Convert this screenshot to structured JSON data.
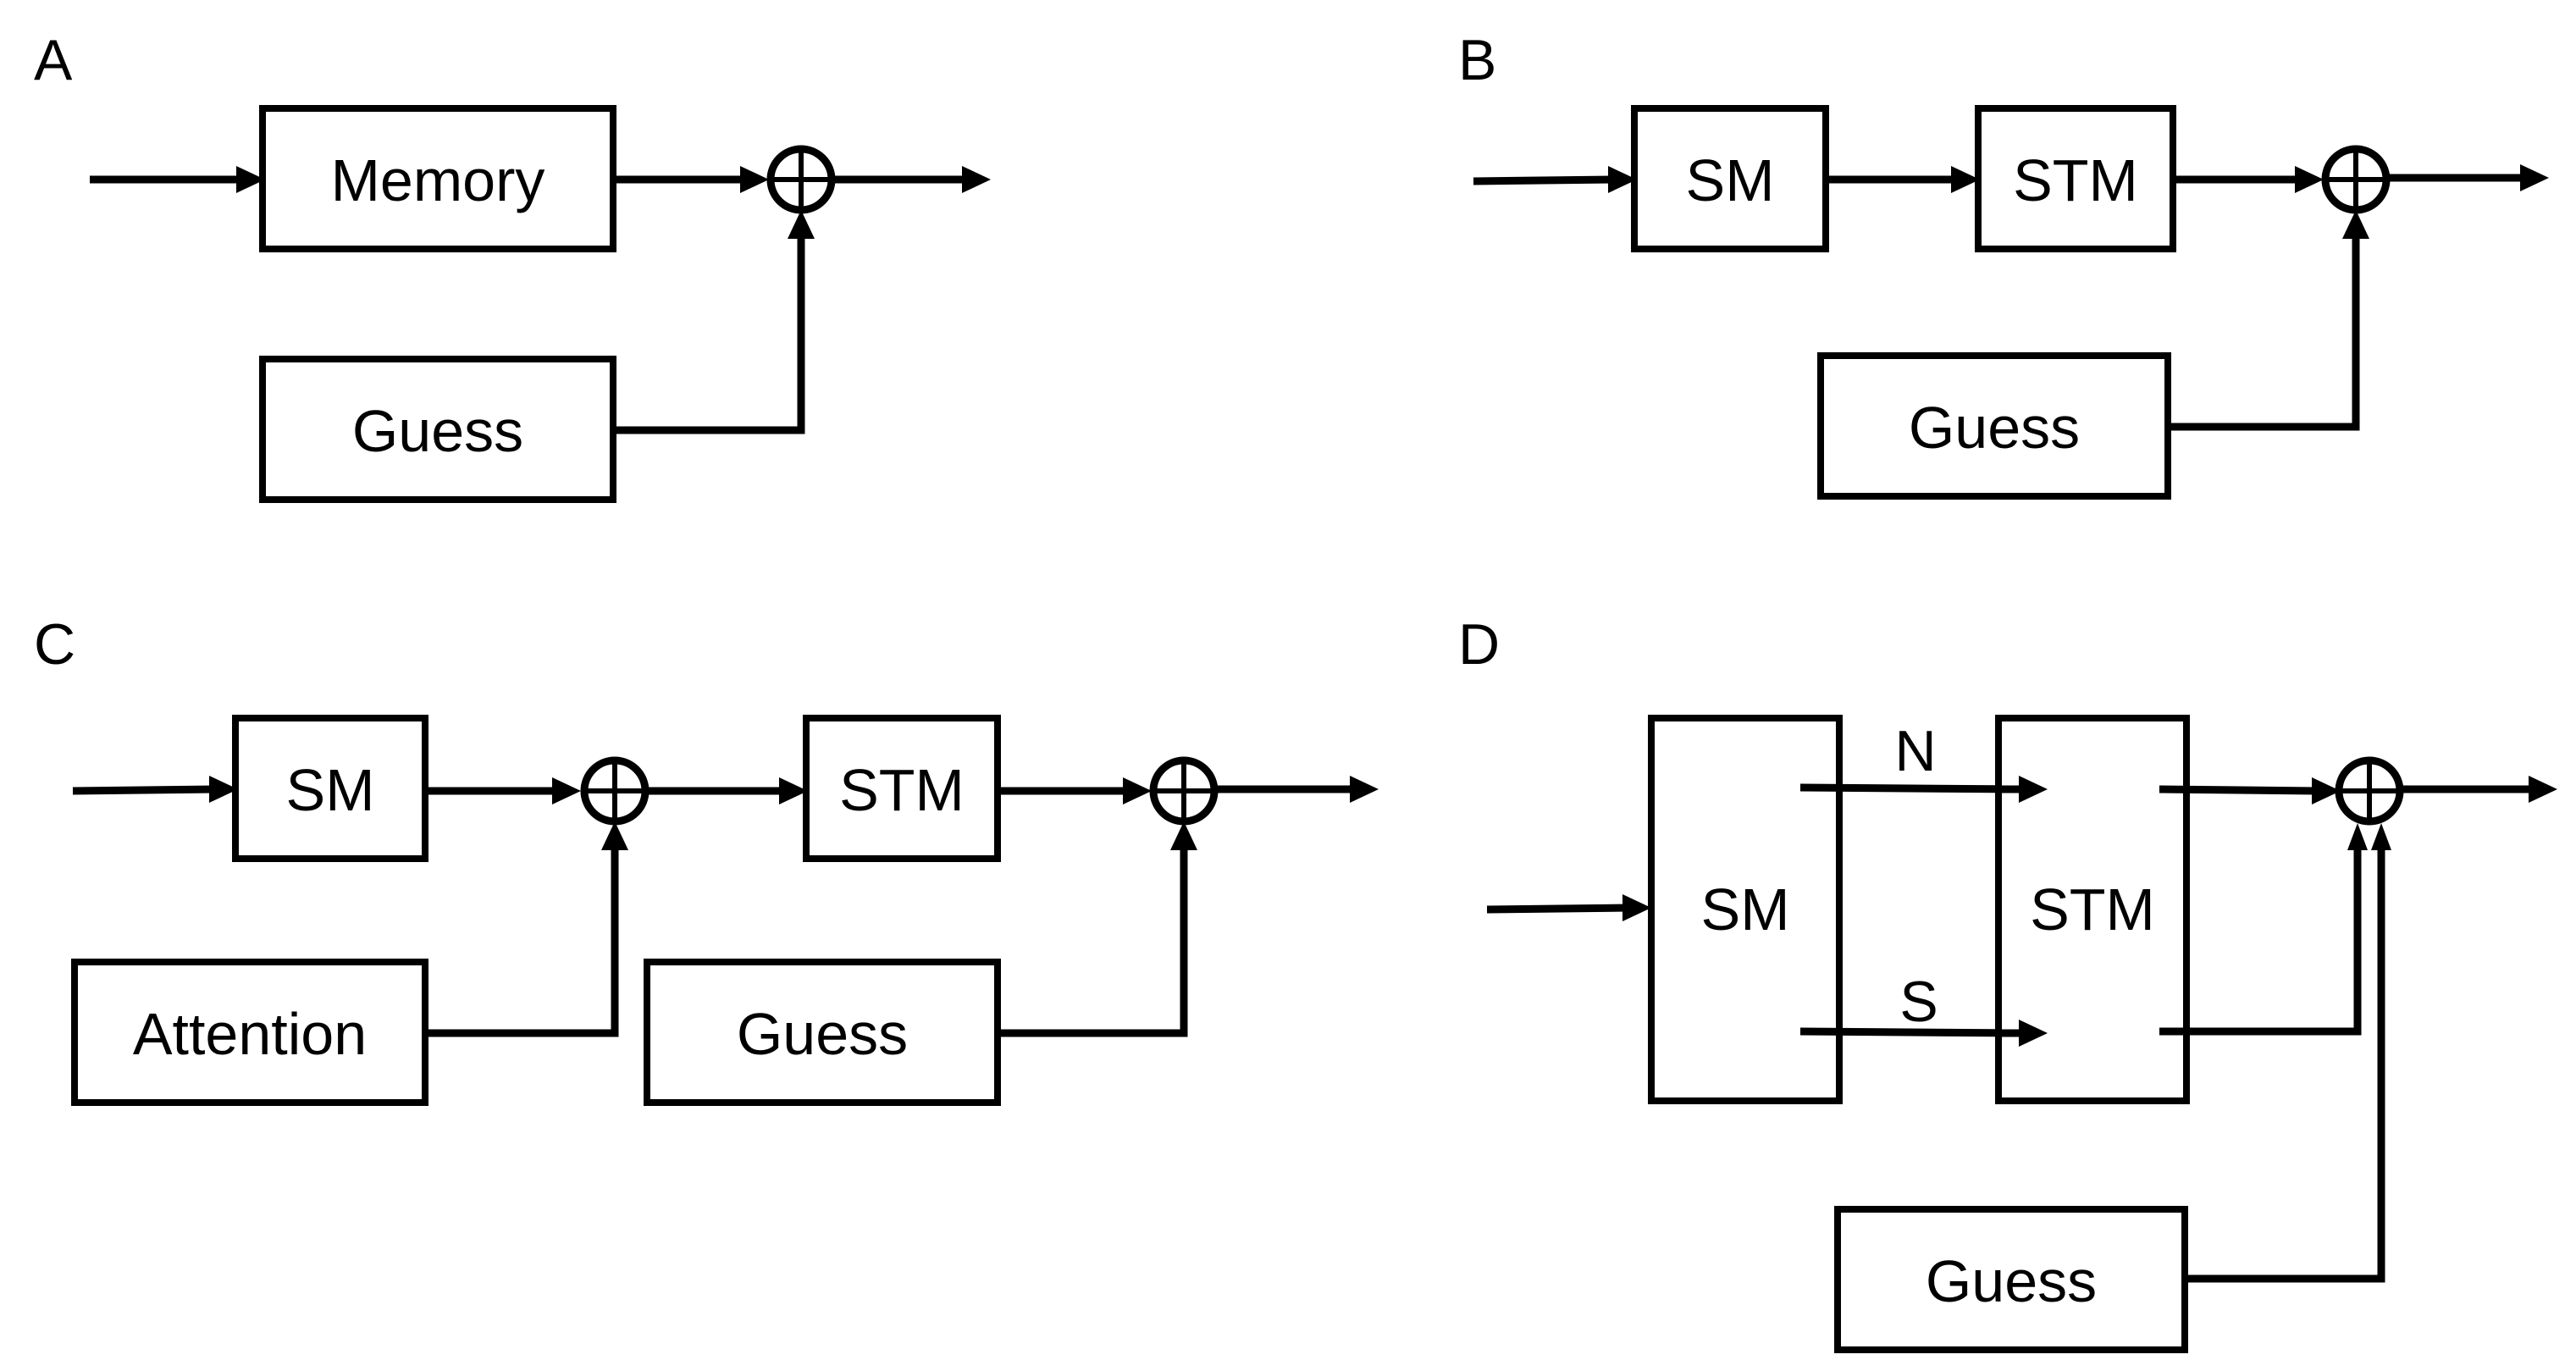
{
  "panels": {
    "a": {
      "letter": "A",
      "memory": "Memory",
      "guess": "Guess"
    },
    "b": {
      "letter": "B",
      "sm": "SM",
      "stm": "STM",
      "guess": "Guess"
    },
    "c": {
      "letter": "C",
      "sm": "SM",
      "stm": "STM",
      "attention": "Attention",
      "guess": "Guess"
    },
    "d": {
      "letter": "D",
      "sm": "SM",
      "stm": "STM",
      "guess": "Guess",
      "channel_n": "N",
      "channel_s": "S"
    }
  },
  "colors": {
    "ink": "#000000",
    "background": "#ffffff"
  }
}
